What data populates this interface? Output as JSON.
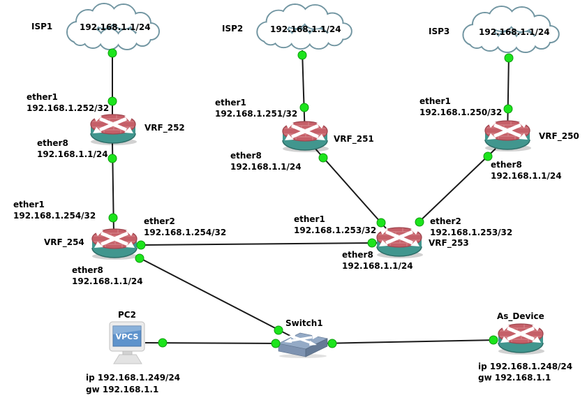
{
  "app_context": "network-topology-diagram",
  "colors": {
    "background": "#ffffff",
    "link_line": "#1a1a1a",
    "connection_dot": "#1ce41c",
    "cloud_outline": "#7296a2",
    "router_top": "#c55f68",
    "router_body": "#41968e",
    "switch_body": "#7e93b1",
    "pc_screen": "#5e93cc",
    "label_text": "#000000"
  },
  "nodes": {
    "isp1": {
      "type": "cloud",
      "label": "ISP1",
      "subnet": "192.168.1.1/24"
    },
    "isp2": {
      "type": "cloud",
      "label": "ISP2",
      "subnet": "192.168.1.1/24"
    },
    "isp3": {
      "type": "cloud",
      "label": "ISP3",
      "subnet": "192.168.1.1/24"
    },
    "vrf_252": {
      "type": "router",
      "label": "VRF_252"
    },
    "vrf_251": {
      "type": "router",
      "label": "VRF_251"
    },
    "vrf_250": {
      "type": "router",
      "label": "VRF_250"
    },
    "vrf_254": {
      "type": "router",
      "label": "VRF_254"
    },
    "vrf_253": {
      "type": "router",
      "label": "VRF_253"
    },
    "switch1": {
      "type": "switch",
      "label": "Switch1"
    },
    "pc2": {
      "type": "pc",
      "label": "PC2",
      "screen_text": "VPCS",
      "ip_line": "ip 192.168.1.249/24",
      "gw_line": "gw 192.168.1.1"
    },
    "as_device": {
      "type": "router",
      "label": "As_Device",
      "ip_line": "ip 192.168.1.248/24",
      "gw_line": "gw 192.168.1.1"
    }
  },
  "interface_labels": {
    "vrf_252_ether1": {
      "interface": "ether1",
      "address": "192.168.1.252/32"
    },
    "vrf_252_ether8": {
      "interface": "ether8",
      "address": "192.168.1.1/24"
    },
    "vrf_251_ether1": {
      "interface": "ether1",
      "address": "192.168.1.251/32"
    },
    "vrf_251_ether8": {
      "interface": "ether8",
      "address": "192.168.1.1/24"
    },
    "vrf_250_ether1": {
      "interface": "ether1",
      "address": "192.168.1.250/32"
    },
    "vrf_250_ether8": {
      "interface": "ether8",
      "address": "192.168.1.1/24"
    },
    "vrf_254_ether1": {
      "interface": "ether1",
      "address": "192.168.1.254/32"
    },
    "vrf_254_ether2": {
      "interface": "ether2",
      "address": "192.168.1.254/32"
    },
    "vrf_254_ether8": {
      "interface": "ether8",
      "address": "192.168.1.1/24"
    },
    "vrf_253_ether1": {
      "interface": "ether1",
      "address": "192.168.1.253/32"
    },
    "vrf_253_ether2": {
      "interface": "ether2",
      "address": "192.168.1.253/32"
    },
    "vrf_253_ether8": {
      "interface": "ether8",
      "address": "192.168.1.1/24"
    }
  }
}
